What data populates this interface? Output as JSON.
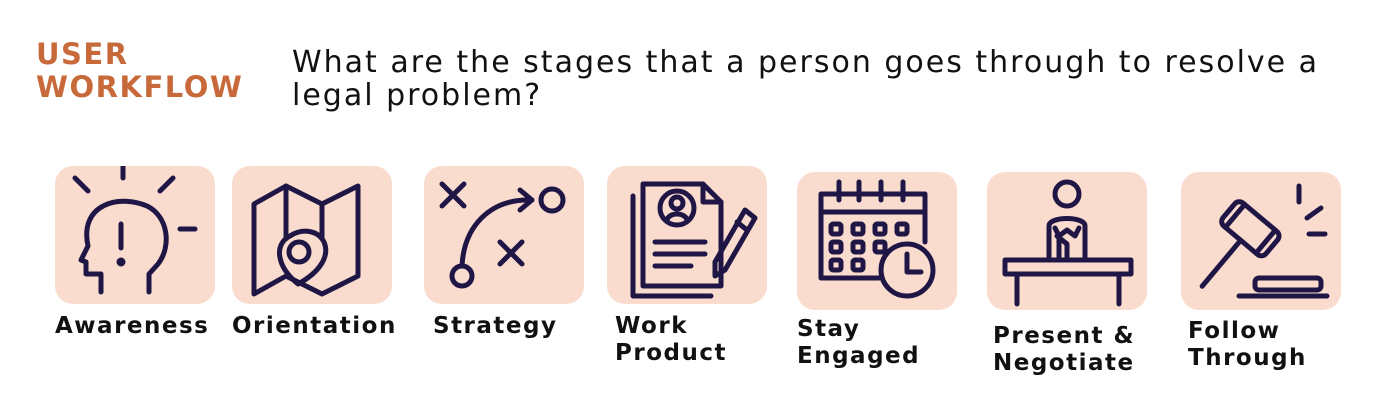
{
  "header": {
    "brand_line1": "USER",
    "brand_line2": "WORKFLOW",
    "question": "What are the stages that a person goes through to resolve a legal problem?"
  },
  "colors": {
    "brand": "#c8693a",
    "tile": "#f9dccd",
    "icon": "#1f1646",
    "text": "#111111"
  },
  "stages": [
    {
      "icon": "head-alert-icon",
      "line1": "Awareness",
      "line2": ""
    },
    {
      "icon": "map-pin-icon",
      "line1": "Orientation",
      "line2": ""
    },
    {
      "icon": "strategy-play-icon",
      "line1": "Strategy",
      "line2": ""
    },
    {
      "icon": "document-pencil-icon",
      "line1": "Work",
      "line2": "Product"
    },
    {
      "icon": "calendar-clock-icon",
      "line1": "Stay",
      "line2": "Engaged"
    },
    {
      "icon": "speaker-podium-icon",
      "line1": "Present &",
      "line2": "Negotiate"
    },
    {
      "icon": "gavel-icon",
      "line1": "Follow",
      "line2": "Through"
    }
  ]
}
